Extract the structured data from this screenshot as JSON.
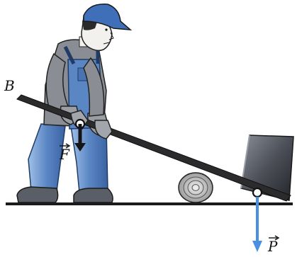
{
  "labels": {
    "point_b": "B",
    "force_f": "F",
    "force_p": "P"
  },
  "colors": {
    "overalls_blue": "#5b86c4",
    "overalls_dark": "#2f4f86",
    "cap_blue": "#3f6fb8",
    "shirt_gray": "#8a8d93",
    "skin": "#f3f1ee",
    "lever": "#2b2b2d",
    "crate": "#4c4f57",
    "ground": "#1a1a1a",
    "force_p_arrow": "#4a90e2",
    "force_f_arrow": "#151515"
  },
  "icons": {
    "worker": "worker-figure",
    "lever": "lever-bar",
    "fulcrum": "log-fulcrum",
    "load": "crate-load"
  }
}
